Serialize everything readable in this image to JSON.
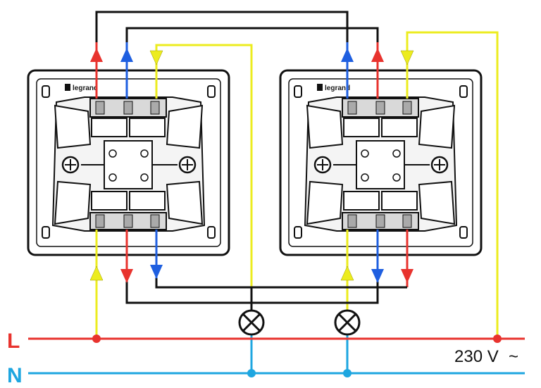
{
  "rails": {
    "line_label": "L",
    "neutral_label": "N",
    "voltage": "230 V",
    "ac_symbol": "~"
  },
  "switches": [
    {
      "brand": "legrand"
    },
    {
      "brand": "legrand"
    }
  ],
  "lamps_count": 2,
  "colors": {
    "line": "#e8332e",
    "neutral": "#1ea6e0",
    "wire_red": "#e8332e",
    "wire_blue": "#1f5fe0",
    "wire_yellow": "#ecec1f",
    "wire_black": "#111111",
    "label_line": "#e8332e",
    "label_neutral": "#1ea6e0"
  }
}
